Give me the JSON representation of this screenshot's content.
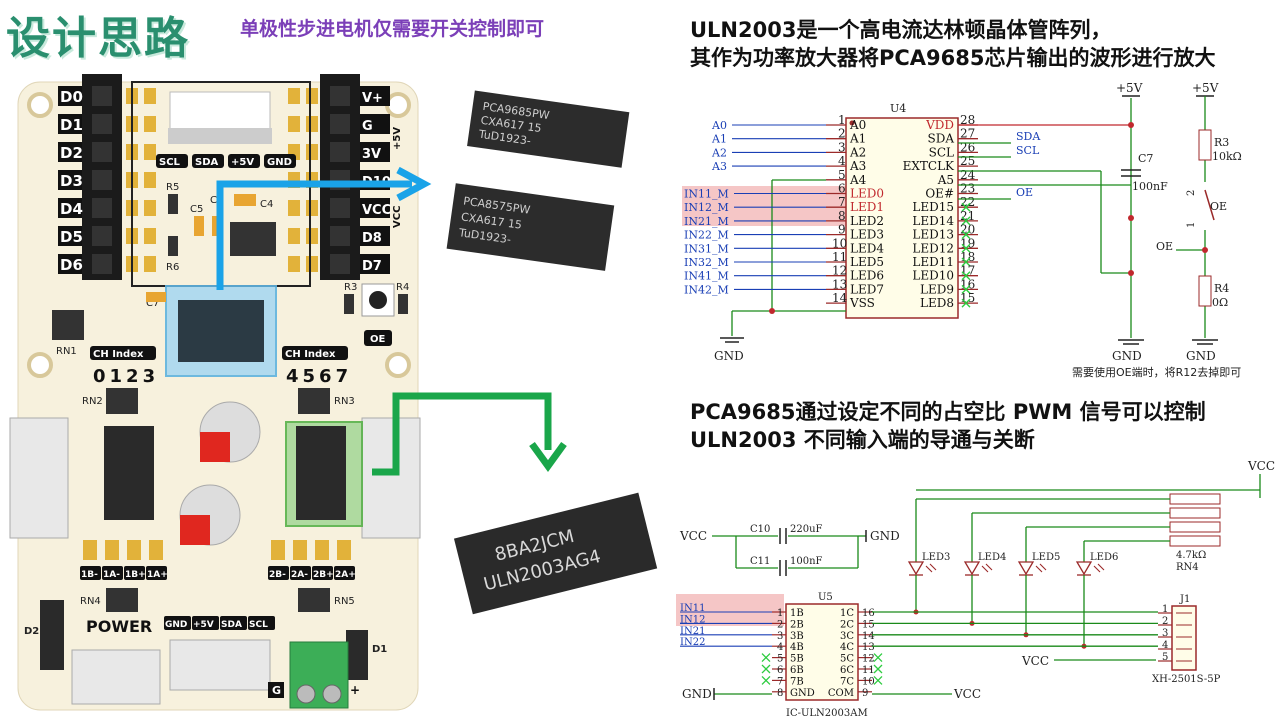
{
  "title": "设计思路",
  "subtitle": "单极性步进电机仅需要开关控制即可",
  "uln_desc": {
    "line1": "ULN2003是一个高电流达林顿晶体管阵列，",
    "line2": "其作为功率放大器将PCA9685芯片输出的波形进行放大"
  },
  "pwm_desc": {
    "line1": "PCA9685通过设定不同的占空比 PWM 信号可以控制",
    "line2": "ULN2003 不同输入端的导通与关断"
  },
  "board": {
    "left_header": [
      "D0",
      "D1",
      "D2",
      "D3",
      "D4",
      "D5",
      "D6"
    ],
    "right_header": [
      "V+",
      "G",
      "3V",
      "D10",
      "VCC",
      "D8",
      "D7"
    ],
    "top_pins": [
      "SCL",
      "SDA",
      "+5V",
      "GND"
    ],
    "parts": {
      "r5": "R5",
      "r6": "R6",
      "c5": "C5",
      "c6": "C6",
      "c4": "C4",
      "c7": "C7",
      "r3": "R3",
      "r4": "R4",
      "rn1": "RN1",
      "rn2": "RN2",
      "rn3": "RN3",
      "rn4": "RN4",
      "rn5": "RN5",
      "d2": "D2",
      "d1": "D1",
      "oe": "OE",
      "plus5v": "+5V",
      "vcc": "VCC"
    },
    "ch_index_label": "CH Index",
    "ch_left": "0123",
    "ch_right": "4567",
    "motor_left": [
      "1B-",
      "1A-",
      "1B+",
      "1A+"
    ],
    "motor_right": [
      "2B-",
      "2A-",
      "2B+",
      "2A+"
    ],
    "power": "POWER",
    "bottom_pins": [
      "GND",
      "+5V",
      "SDA",
      "SCL"
    ],
    "terminal": {
      "g": "G",
      "plus": "+"
    }
  },
  "chips": {
    "pca_top": [
      "PCA9685PW",
      "CXA617  15",
      "TuD1923-"
    ],
    "pca_bottom": [
      "PCA8575PW",
      "CXA617  15",
      "TuD1923-"
    ],
    "uln": [
      "8BA2JCM",
      "ULN2003AG4"
    ]
  },
  "schematic1": {
    "ref": "U4",
    "left_nets": [
      "A0",
      "A1",
      "A2",
      "A3"
    ],
    "left_in": [
      "IN11_M",
      "IN12_M",
      "IN21_M",
      "IN22_M",
      "IN31_M",
      "IN32_M",
      "IN41_M",
      "IN42_M"
    ],
    "left_pins": [
      {
        "num": "1",
        "name": "A0"
      },
      {
        "num": "2",
        "name": "A1"
      },
      {
        "num": "3",
        "name": "A2"
      },
      {
        "num": "4",
        "name": "A3"
      },
      {
        "num": "5",
        "name": "A4"
      },
      {
        "num": "6",
        "name": "LED0"
      },
      {
        "num": "7",
        "name": "LED1"
      },
      {
        "num": "8",
        "name": "LED2"
      },
      {
        "num": "9",
        "name": "LED3"
      },
      {
        "num": "10",
        "name": "LED4"
      },
      {
        "num": "11",
        "name": "LED5"
      },
      {
        "num": "12",
        "name": "LED6"
      },
      {
        "num": "13",
        "name": "LED7"
      },
      {
        "num": "14",
        "name": "VSS"
      }
    ],
    "right_pins": [
      {
        "num": "28",
        "name": "VDD"
      },
      {
        "num": "27",
        "name": "SDA"
      },
      {
        "num": "26",
        "name": "SCL"
      },
      {
        "num": "25",
        "name": "EXTCLK"
      },
      {
        "num": "24",
        "name": "A5"
      },
      {
        "num": "23",
        "name": "OE#"
      },
      {
        "num": "22",
        "name": "LED15"
      },
      {
        "num": "21",
        "name": "LED14"
      },
      {
        "num": "20",
        "name": "LED13"
      },
      {
        "num": "19",
        "name": "LED12"
      },
      {
        "num": "18",
        "name": "LED11"
      },
      {
        "num": "17",
        "name": "LED10"
      },
      {
        "num": "16",
        "name": "LED9"
      },
      {
        "num": "15",
        "name": "LED8"
      }
    ],
    "net_sda": "SDA",
    "net_scl": "SCL",
    "net_oe": "OE",
    "plus5v": "+5V",
    "gnd": "GND",
    "c7": "C7",
    "c7_val": "100nF",
    "r3": "R3",
    "r3_val": "10kΩ",
    "r4": "R4",
    "r4_val": "0Ω",
    "sw_oe": "OE",
    "sw_pin1": "1",
    "sw_pin2": "2",
    "oe_net": "OE",
    "note": "需要使用OE端时，将R12去掉即可"
  },
  "schematic2": {
    "vcc": "VCC",
    "gnd": "GND",
    "c10": "C10",
    "c10_val": "220uF",
    "c11": "C11",
    "c11_val": "100nF",
    "leds": [
      "LED3",
      "LED4",
      "LED5",
      "LED6"
    ],
    "rn4": "RN4",
    "rn4_val": "4.7kΩ",
    "u5": "U5",
    "u5_part": "IC-ULN2003AM",
    "inputs": [
      "IN11",
      "IN12",
      "IN21",
      "IN22"
    ],
    "left_pins": [
      {
        "num": "1",
        "name": "1B"
      },
      {
        "num": "2",
        "name": "2B"
      },
      {
        "num": "3",
        "name": "3B"
      },
      {
        "num": "4",
        "name": "4B"
      },
      {
        "num": "5",
        "name": "5B"
      },
      {
        "num": "6",
        "name": "6B"
      },
      {
        "num": "7",
        "name": "7B"
      },
      {
        "num": "8",
        "name": "GND"
      }
    ],
    "right_pins": [
      {
        "num": "16",
        "name": "1C"
      },
      {
        "num": "15",
        "name": "2C"
      },
      {
        "num": "14",
        "name": "3C"
      },
      {
        "num": "13",
        "name": "4C"
      },
      {
        "num": "12",
        "name": "5C"
      },
      {
        "num": "11",
        "name": "6C"
      },
      {
        "num": "10",
        "name": "7C"
      },
      {
        "num": "9",
        "name": "COM"
      }
    ],
    "j1": "J1",
    "j1_part": "XH-2501S-5P",
    "j1_pins": [
      "1",
      "2",
      "3",
      "4",
      "5"
    ]
  }
}
